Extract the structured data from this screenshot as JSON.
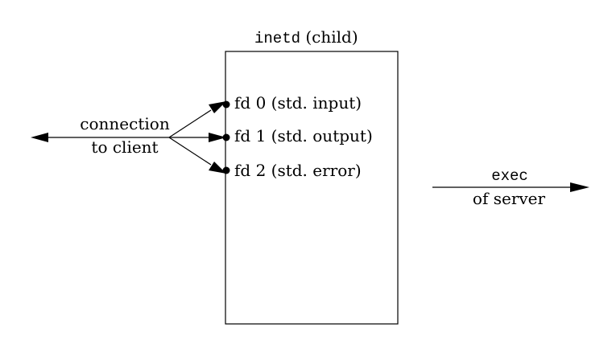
{
  "process_box": {
    "title_mono": "inetd",
    "title_rest": " (child)",
    "descriptors": [
      "fd 0 (std. input)",
      "fd 1 (std. output)",
      "fd 2 (std. error)"
    ]
  },
  "connection": {
    "line1": "connection",
    "line2": "to client"
  },
  "exec_arrow": {
    "line1": "exec",
    "line2": "of server"
  }
}
